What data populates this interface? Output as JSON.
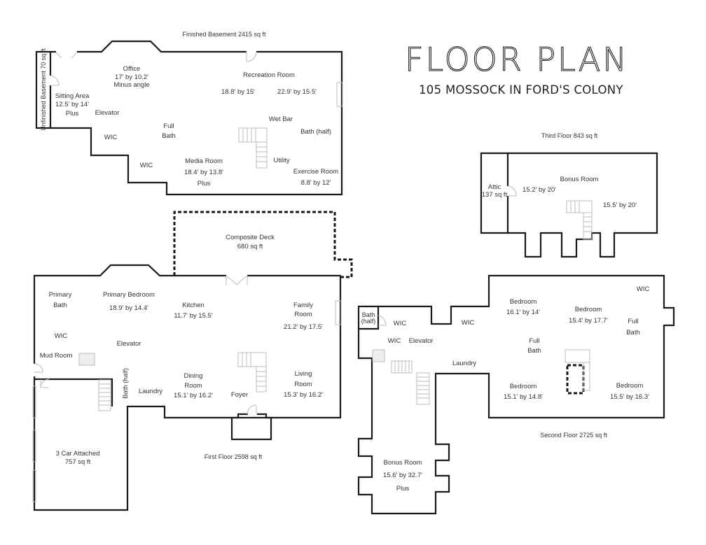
{
  "title": "FLOOR PLAN",
  "subtitle": "105 MOSSOCK IN FORD'S COLONY",
  "basement": {
    "caption": "Finished Basement 2415 sq ft",
    "unfinished": "Unfinished Basement 70 sq ft",
    "office": [
      "Office",
      "17' by 10.2'",
      "Minus angle"
    ],
    "sitting": [
      "Sitting Area",
      "12.5' by 14'",
      "Plus"
    ],
    "elevator": "Elevator",
    "wic1": "WIC",
    "wic2": "WIC",
    "full_bath": [
      "Full",
      "Bath"
    ],
    "recreation": [
      "Recreation Room",
      "18.8' by 15'",
      "22.9' by 15.5'"
    ],
    "wet_bar": "Wet Bar",
    "half_bath": "Bath (half)",
    "utility": "Utility",
    "media": [
      "Media Room",
      "18.4' by 13.8'",
      "Plus"
    ],
    "exercise": [
      "Exercise Room",
      "8.8' by 12'"
    ]
  },
  "first": {
    "caption": "First Floor 2598 sq ft",
    "deck": [
      "Composite Deck",
      "680 sq ft"
    ],
    "primary_bath": [
      "Primary",
      "Bath"
    ],
    "primary_bed": [
      "Primary Bedroom",
      "18.9' by 14.4'"
    ],
    "kitchen": [
      "Kitchen",
      "11.7' by 15.5'"
    ],
    "family": [
      "Family",
      "Room",
      "21.2' by 17.5'"
    ],
    "wic": "WIC",
    "elevator": "Elevator",
    "mud": "Mud Room",
    "half_bath": "Bath (half)",
    "laundry": "Laundry",
    "dining": [
      "Dining",
      "Room",
      "15.1' by 16.2'"
    ],
    "foyer": "Foyer",
    "living": [
      "Living",
      "Room",
      "15.3' by 16.2'"
    ],
    "garage": [
      "3 Car Attached",
      "757 sq ft"
    ]
  },
  "second": {
    "caption": "Second Floor 2725 sq ft",
    "half_bath": [
      "Bath",
      "(half)"
    ],
    "wic1": "WIC",
    "wic2": "WIC",
    "wic3": "WIC",
    "wic4": "WIC",
    "elevator": "Elevator",
    "laundry": "Laundry",
    "bed1": [
      "Bedroom",
      "16.1' by 14'"
    ],
    "bed2": [
      "Bedroom",
      "15.4' by 17.7'"
    ],
    "bed3": [
      "Bedroom",
      "15.1' by 14.8'"
    ],
    "bed4": [
      "Bedroom",
      "15.5' by 16.3'"
    ],
    "full_bath1": [
      "Full",
      "Bath"
    ],
    "full_bath2": [
      "Full",
      "Bath"
    ],
    "bonus": [
      "Bonus Room",
      "15.6' by 32.7'",
      "Plus"
    ]
  },
  "third": {
    "caption": "Third Floor 843 sq ft",
    "attic": [
      "Attic",
      "137 sq ft"
    ],
    "bonus": [
      "Bonus Room",
      "15.2' by 20'",
      "15.5' by 20'"
    ]
  }
}
